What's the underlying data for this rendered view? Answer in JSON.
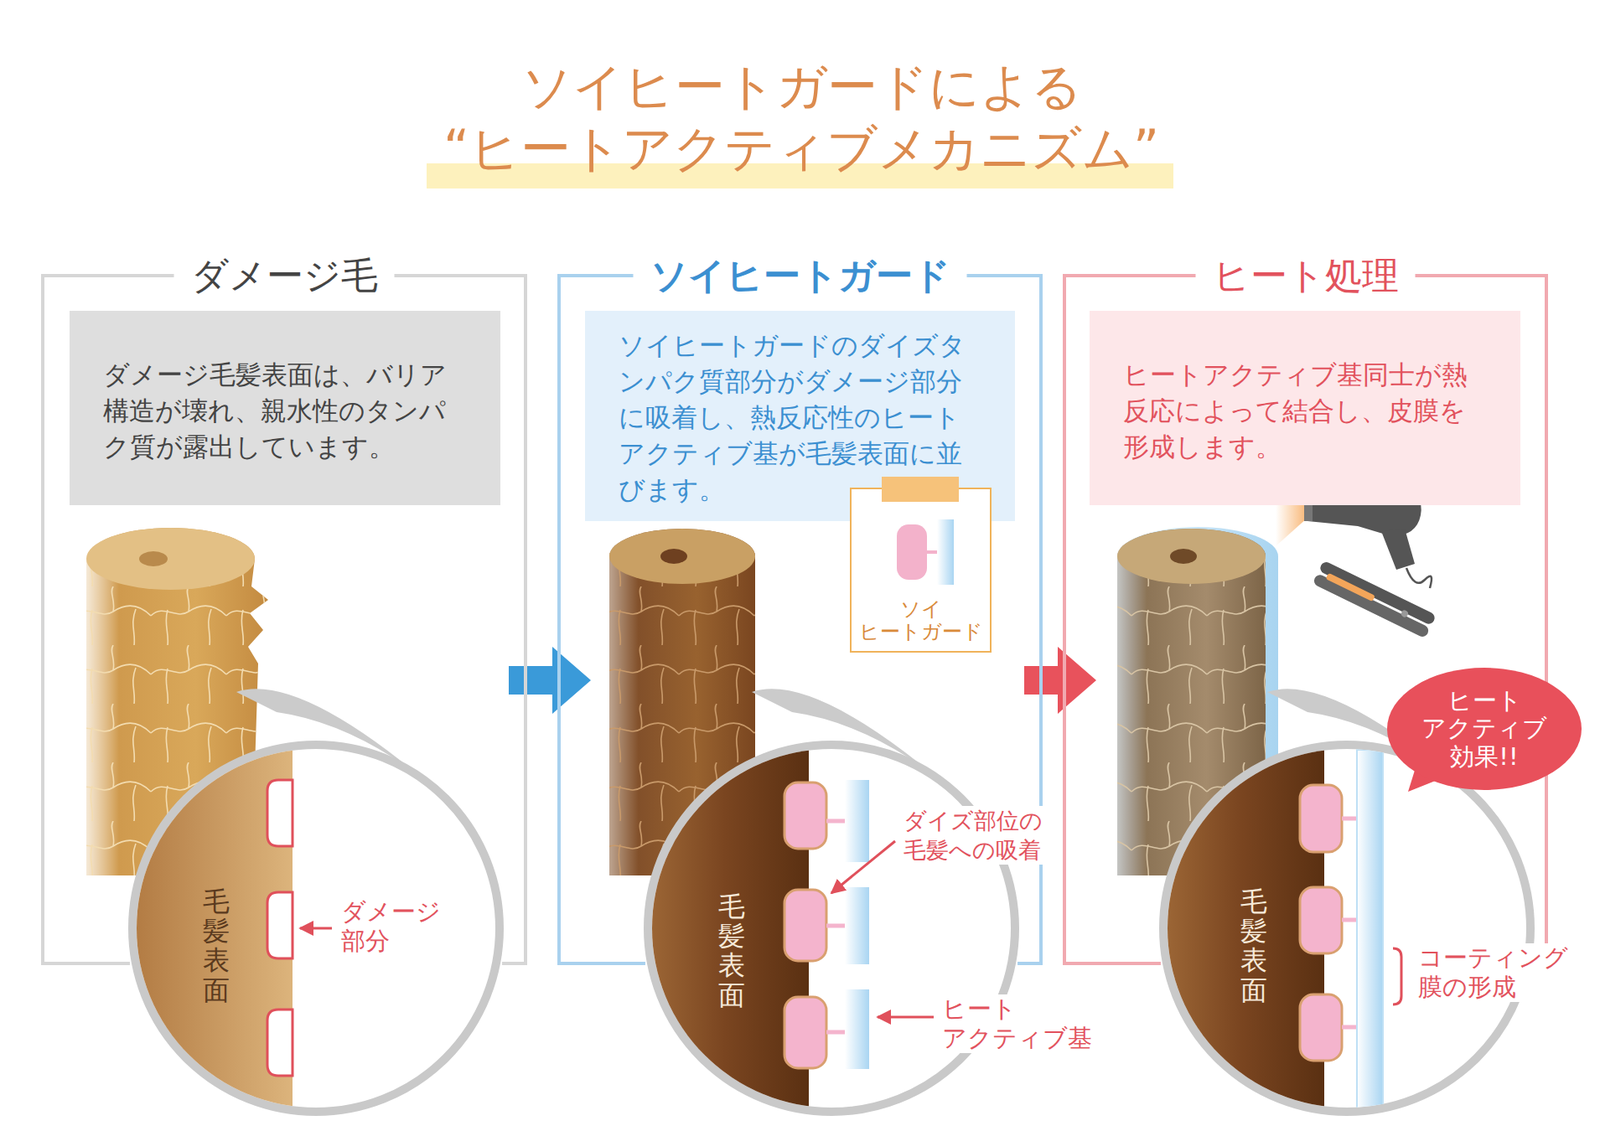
{
  "diagram": {
    "title": "ソイヒートガードによる “ヒートアクティブメカニズム”",
    "nodes": [
      {
        "text": [
          "ダメージ毛"
        ]
      },
      {
        "text": [
          "ダメージ毛髪表面は、バリア構造が壊れ、親水性のタンパク質が露出しています。"
        ],
        "in": 0
      },
      {
        "text": [
          "ソイヒートガード"
        ]
      },
      {
        "text": [
          "ソイヒートガードのダイズタンパク質部分がダメージ部分に吸着し、熱反応性のヒートアクティブ基が毛髪表面に並びます。"
        ],
        "in": 2
      },
      {
        "text": [
          "ソイ ヒートガード"
        ],
        "in": 2
      },
      {
        "text": [
          "ヒート処理"
        ]
      },
      {
        "text": [
          "ヒートアクティブ基同士が熱反応によって結合し、皮膜を形成します。"
        ],
        "in": 5
      },
      {
        "text": [
          "ヒート アクティブ 効果!!"
        ]
      }
    ],
    "edges": [
      {
        "from": 0,
        "to": 2,
        "arrow": "to"
      },
      {
        "from": 2,
        "to": 5,
        "arrow": "to"
      }
    ],
    "labels": [
      "毛髪表面",
      "ダメージ 部分",
      "毛髪表面",
      "ダイズ部位の 毛髪への吸着",
      "ヒート アクティブ基",
      "毛髪表面",
      "コーティング 膜の形成"
    ]
  }
}
